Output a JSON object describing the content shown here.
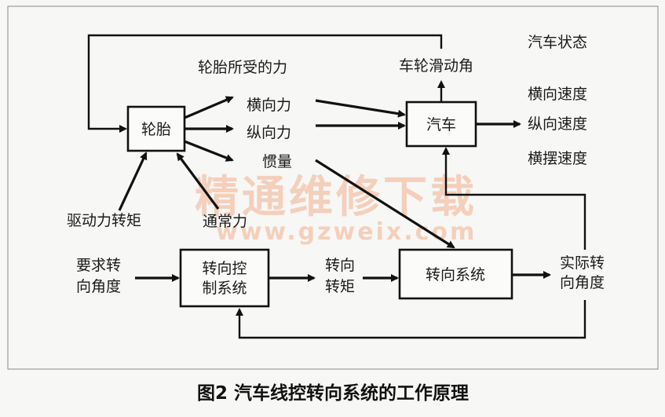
{
  "watermark": {
    "line1": "精通维修下载",
    "line2": "www.gzweix.com"
  },
  "top_labels": {
    "tire_forces": "轮胎所受的力",
    "wheel_slip": "车轮滑动角",
    "vehicle_state": "汽车状态"
  },
  "boxes": {
    "tire": "轮胎",
    "vehicle": "汽车",
    "steer_ctrl_line1": "转向控",
    "steer_ctrl_line2": "制系统",
    "steer_sys": "转向系统"
  },
  "forces": {
    "lateral": "横向力",
    "longitudinal": "纵向力",
    "inertia": "惯量"
  },
  "states": {
    "lateral_speed": "横向速度",
    "longitudinal_speed": "纵向速度",
    "yaw_rate": "横摆速度"
  },
  "inputs": {
    "drive_torque": "驱动力转矩",
    "normal_force": "通常力",
    "req_angle_line1": "要求转",
    "req_angle_line2": "向角度",
    "steer_torque_line1": "转向",
    "steer_torque_line2": "转矩",
    "actual_angle_line1": "实际转",
    "actual_angle_line2": "向角度"
  },
  "caption": "图2 汽车线控转向系统的工作原理"
}
